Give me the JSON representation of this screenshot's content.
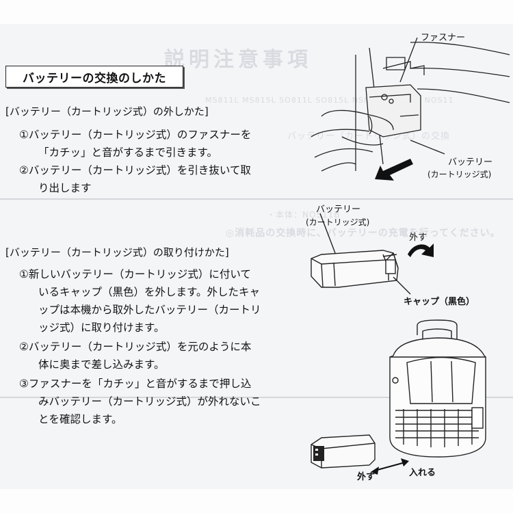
{
  "page_title": "バッテリーの交換のしかた",
  "removal": {
    "heading": "[バッテリー（カートリッジ式）の外しかた]",
    "steps": [
      "①バッテリー（カートリッジ式）のファスナーを",
      "「カチッ」と音がするまで引きます。",
      "②バッテリー（カートリッジ式）を引き抜いて取",
      "り出します"
    ]
  },
  "installation": {
    "heading": "[バッテリー（カートリッジ式）の取り付けかた]",
    "steps": [
      "①新しいバッテリー（カートリッジ式）に付いて",
      "いるキャップ（黒色）を外します。外したキャ",
      "ップは本機から取外したバッテリー（カートリ",
      "ッジ式）に取り付けます。",
      "②バッテリー（カートリッジ式）を元のように本",
      "体に奥まで差し込みます。",
      "③ファスナーを「カチッ」と音がするまで押し込",
      "みバッテリー（カートリッジ式）が外れないこ",
      "とを確認します。"
    ]
  },
  "figure_labels": {
    "fastener": "ファスナー",
    "battery_top": "バッテリー",
    "cartridge_top": "(カートリッジ式)",
    "battery_mid": "バッテリー",
    "cartridge_mid": "(カートリッジ式)",
    "remove_top": "外す",
    "cap": "キャップ（黒色）",
    "remove_bottom": "外す",
    "insert_bottom": "入れる"
  },
  "bleed_through": {
    "title": "説明注意事項",
    "line1": "MS811L  MS815L  SO811L  SO815L  NS811L  NK815L  NOS11",
    "line2": "バッテリー（カートリッジ式）の交換",
    "line3": "・本体：NOS11B",
    "line4": "◎消耗品の交換時に、バッテリーの充電を行ってください。"
  }
}
